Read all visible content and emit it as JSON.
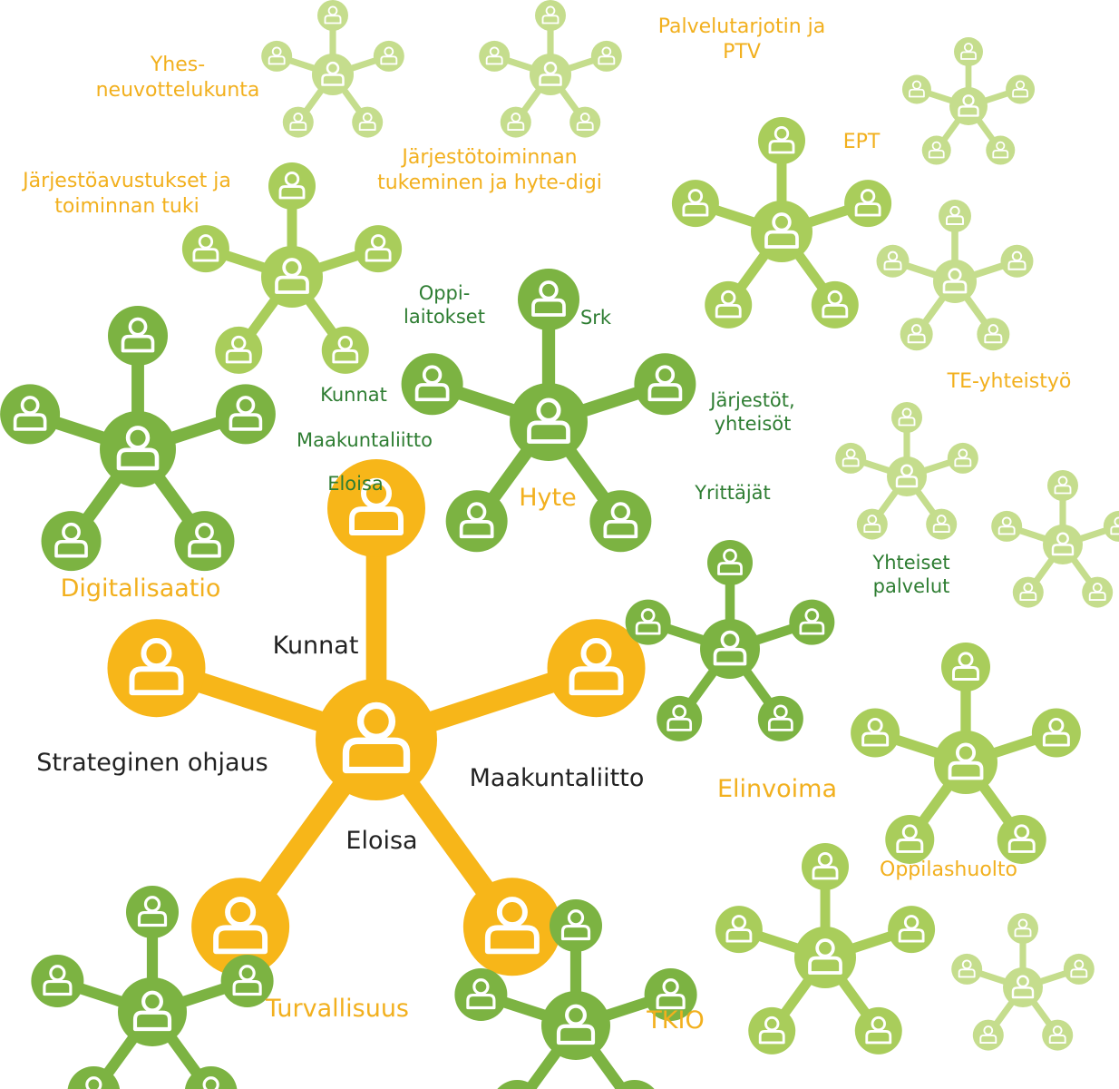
{
  "palette": {
    "orange": "#F7B619",
    "green_dark": "#7CB342",
    "green_mid": "#A9CD5B",
    "green_light": "#C5DD8D",
    "label_orange": "#F2B01E",
    "label_green": "#2E7D32",
    "label_black": "#222222"
  },
  "icons": {
    "person": "person-icon"
  },
  "clusters": [
    {
      "id": "strateginen",
      "tone": "orange"
    },
    {
      "id": "hyte",
      "tone": "green_dark"
    },
    {
      "id": "digitalisaatio",
      "tone": "green_dark"
    },
    {
      "id": "elinvoima",
      "tone": "green_dark"
    },
    {
      "id": "turvallisuus",
      "tone": "green_dark"
    },
    {
      "id": "tkio",
      "tone": "green_dark"
    },
    {
      "id": "jarjestoavustukset",
      "tone": "green_mid"
    },
    {
      "id": "ept",
      "tone": "green_mid"
    },
    {
      "id": "oppilashuolto",
      "tone": "green_mid"
    },
    {
      "id": "elinvoima-side",
      "tone": "green_mid"
    },
    {
      "id": "yhteisneuvottelukunta",
      "tone": "green_light"
    },
    {
      "id": "jarjestotoiminta",
      "tone": "green_light"
    },
    {
      "id": "palvelutarjotin",
      "tone": "green_light"
    },
    {
      "id": "ept-side",
      "tone": "green_light"
    },
    {
      "id": "yhteiset-1",
      "tone": "green_light"
    },
    {
      "id": "yhteiset-2",
      "tone": "green_light"
    },
    {
      "id": "oppilashuolto-side",
      "tone": "green_light"
    }
  ],
  "labels": {
    "yhteisneuvottelukunta": "Yhes-\nneuvottelukunta",
    "palvelutarjotin": "Palvelutarjotin ja\nPTV",
    "ept": "EPT",
    "jarjestotoiminta": "Järjestötoiminnan\ntukeminen ja hyte-digi",
    "jarjestoavustukset": "Järjestöavustukset ja\ntoiminnan tuki",
    "oppilaitokset": "Oppi-\nlaitokset",
    "srk": "Srk",
    "kunnat_hyte": "Kunnat",
    "maakuntaliitto_hyte": "Maakuntaliitto",
    "eloisa_hyte": "Eloisa",
    "jarjestot": "Järjestöt,\nyhteisöt",
    "yrittajat": "Yrittäjät",
    "hyte": "Hyte",
    "te_yhteistyo": "TE-yhteistyö",
    "yhteiset_palvelut": "Yhteiset\npalvelut",
    "digitalisaatio": "Digitalisaatio",
    "kunnat_strat": "Kunnat",
    "strateginen_ohjaus": "Strateginen ohjaus",
    "maakuntaliitto_strat": "Maakuntaliitto",
    "eloisa_strat": "Eloisa",
    "elinvoima": "Elinvoima",
    "oppilashuolto": "Oppilashuolto",
    "turvallisuus": "Turvallisuus",
    "tkio": "TKIO"
  }
}
